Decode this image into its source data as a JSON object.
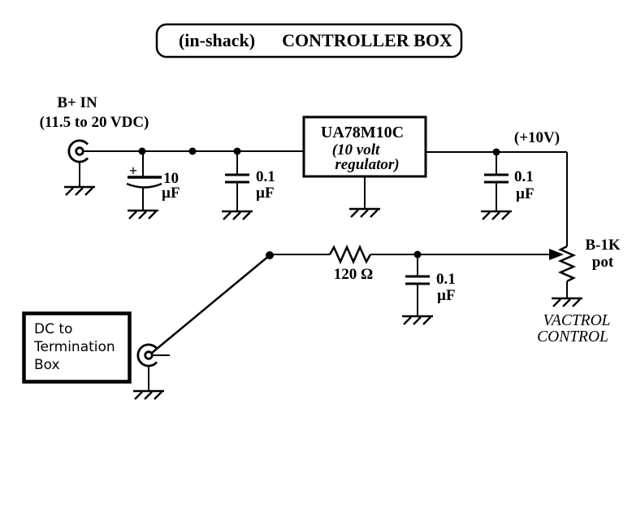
{
  "colors": {
    "line": "#000000",
    "background": "#ffffff"
  },
  "title": {
    "left": "(in-shack)",
    "right": "CONTROLLER BOX"
  },
  "input": {
    "label": "B+ IN",
    "range": "(11.5 to 20 VDC)"
  },
  "filter_cap": {
    "polarity": "+",
    "value": "10",
    "unit": "µF"
  },
  "input_bypass_cap": {
    "value": "0.1",
    "unit": "µF"
  },
  "regulator": {
    "part": "UA78M10C",
    "desc_line1": "(10 volt",
    "desc_line2": "regulator)"
  },
  "output": {
    "label": "(+10V)"
  },
  "output_bypass_cap": {
    "value": "0.1",
    "unit": "µF"
  },
  "series_resistor": {
    "value": "120 Ω"
  },
  "mid_bypass_cap": {
    "value": "0.1",
    "unit": "µF"
  },
  "pot": {
    "value": "B-1K",
    "word": "pot"
  },
  "vactrol": {
    "line1": "VACTROL",
    "line2": "CONTROL"
  },
  "termination_box": {
    "line1": "DC to",
    "line2": "Termination",
    "line3": "Box"
  }
}
